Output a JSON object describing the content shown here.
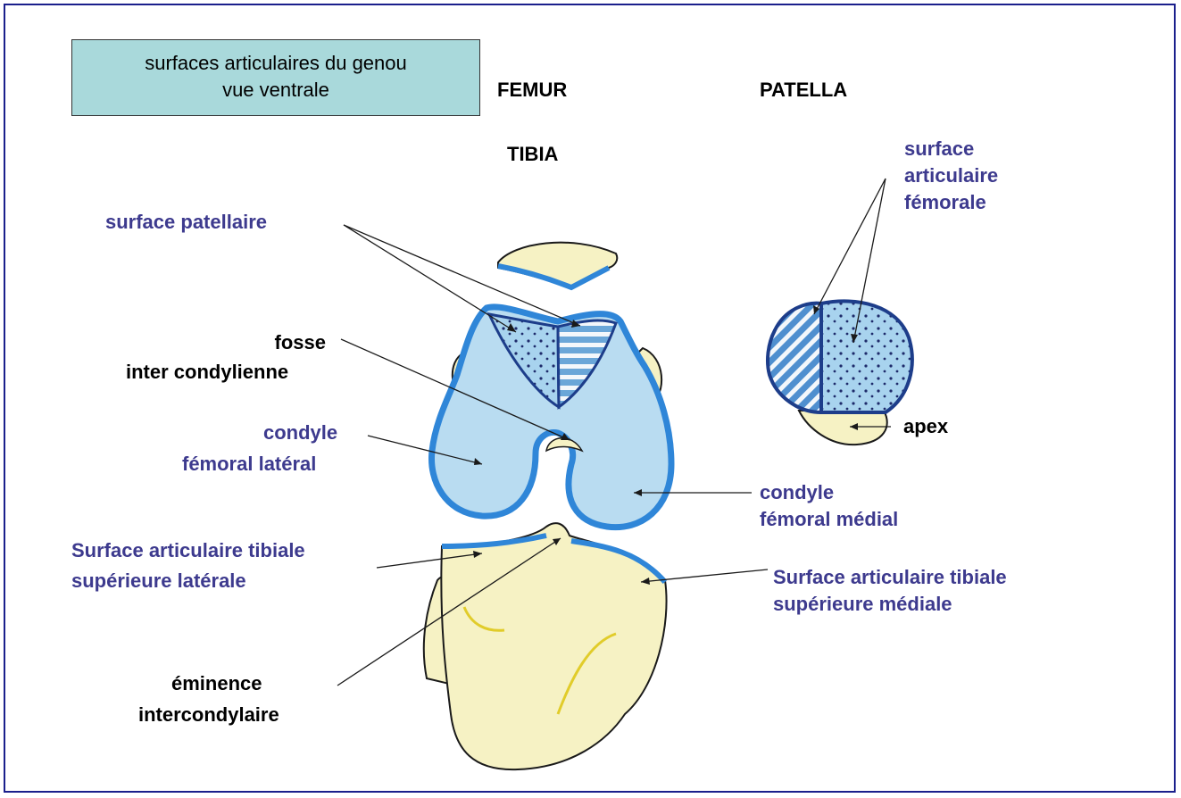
{
  "title": {
    "line1": "surfaces articulaires du genou",
    "line2": "vue ventrale"
  },
  "headers": {
    "femur": "FEMUR",
    "patella": "PATELLA",
    "tibia": "TIBIA"
  },
  "labels": {
    "surface_patellaire": "surface patellaire",
    "surface_articulaire_femorale": [
      "surface",
      "articulaire",
      "fémorale"
    ],
    "fosse": [
      "fosse",
      "inter condylienne"
    ],
    "condyle_lateral": [
      "condyle",
      "fémoral latéral"
    ],
    "condyle_medial": [
      "condyle",
      "fémoral médial"
    ],
    "apex": "apex",
    "tibial_lateral": [
      "Surface articulaire tibiale",
      "supérieure latérale"
    ],
    "tibial_medial": [
      "Surface articulaire tibiale",
      "supérieure médiale"
    ],
    "eminence": [
      "éminence",
      "intercondylaire"
    ]
  },
  "colors": {
    "label_blue": "#3d3a8e",
    "cartilage_blue": "#3b8fd6",
    "bone_cream": "#f6f2c4",
    "femur_fill": "#b9dcf1",
    "title_bg": "#a9d9db"
  }
}
